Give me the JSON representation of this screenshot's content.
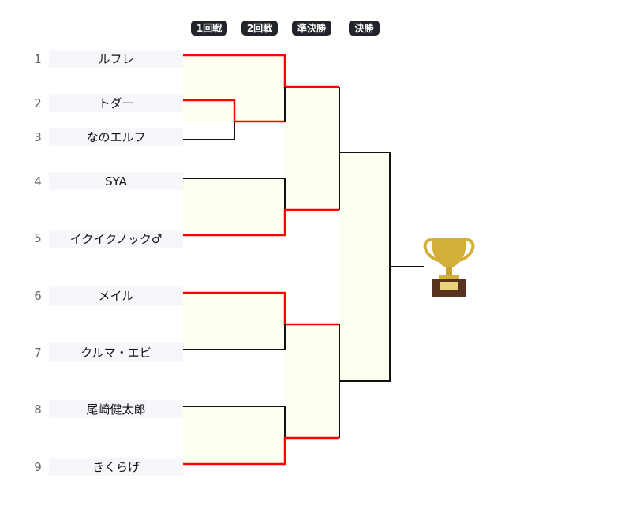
{
  "rounds": [
    "1回戦",
    "2回戦",
    "準決勝",
    "決勝"
  ],
  "players": [
    {
      "seed": "1",
      "name": "ルフレ"
    },
    {
      "seed": "2",
      "name": "トダー"
    },
    {
      "seed": "3",
      "name": "なのエルフ"
    },
    {
      "seed": "4",
      "name": "SYA"
    },
    {
      "seed": "5",
      "name": "イクイクノック♂"
    },
    {
      "seed": "6",
      "name": "メイル"
    },
    {
      "seed": "7",
      "name": "クルマ・エビ"
    },
    {
      "seed": "8",
      "name": "尾崎健太郎"
    },
    {
      "seed": "9",
      "name": "きくらげ"
    }
  ],
  "colors": {
    "winner_line": "#ff0000",
    "line": "#111111",
    "match_fill": "#fefff0",
    "trophy": "#d4af37"
  }
}
